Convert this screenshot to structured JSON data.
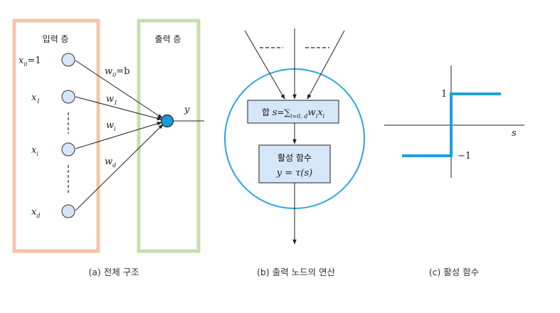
{
  "panel_a": {
    "input_layer_label": "입력 층",
    "output_layer_label": "출력 층",
    "inputs": [
      {
        "var": "x",
        "sub": "0",
        "suffix": "=1"
      },
      {
        "var": "x",
        "sub": "1",
        "suffix": ""
      },
      {
        "var": "x",
        "sub": "i",
        "suffix": ""
      },
      {
        "var": "x",
        "sub": "d",
        "suffix": ""
      }
    ],
    "weights": [
      {
        "var": "w",
        "sub": "0",
        "suffix": "=b"
      },
      {
        "var": "w",
        "sub": "1",
        "suffix": ""
      },
      {
        "var": "w",
        "sub": "i",
        "suffix": ""
      },
      {
        "var": "w",
        "sub": "d",
        "suffix": ""
      }
    ],
    "output_var": "y",
    "caption": "(a) 전체 구조"
  },
  "panel_b": {
    "sum_prefix": "합 ",
    "sum_s": "s",
    "sum_eq": "=∑",
    "sum_sub": "i=0, d",
    "sum_w": "w",
    "sum_w_sub": "i",
    "sum_x": "x",
    "sum_x_sub": "i",
    "activation_title": "활성 함수",
    "activation_formula": "y = τ(s)",
    "caption": "(b) 출력 노드의 연산"
  },
  "panel_c": {
    "y_high_label": "1",
    "y_low_label": "−1",
    "x_axis_label": "s",
    "caption": "(c) 활성 함수"
  },
  "colors": {
    "input_layer_box": "#f5c4a8",
    "output_layer_box": "#c9deb0",
    "input_node_fill": "#d4e6f7",
    "output_node_fill": "#1c9ad6",
    "circle_stroke": "#2aa5de",
    "step_line": "#1ca0dc"
  }
}
